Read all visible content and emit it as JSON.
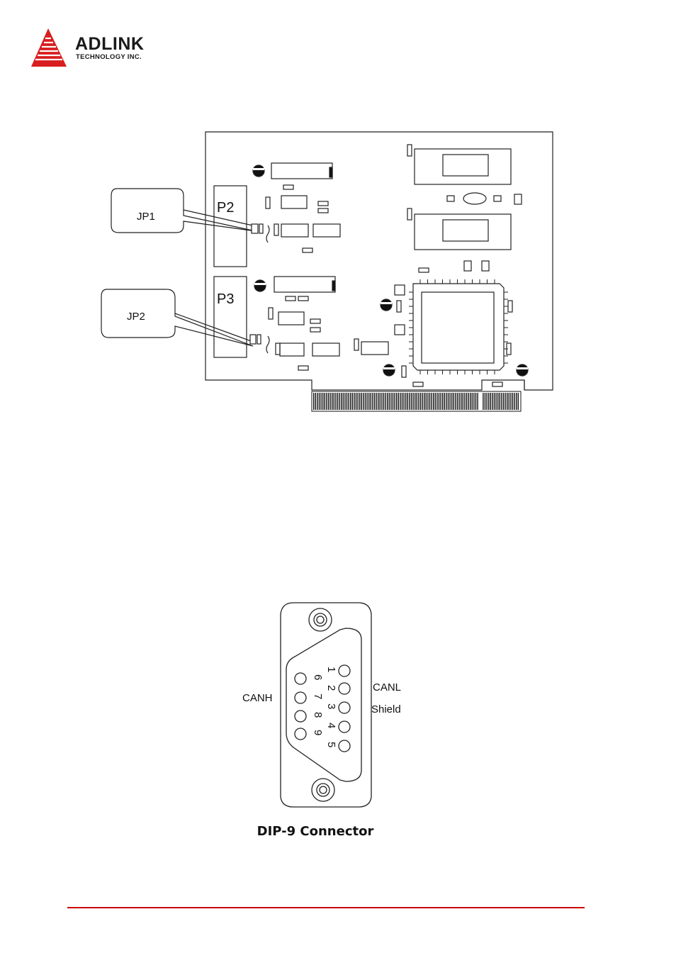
{
  "header": {
    "brand_name": "ADLINK",
    "brand_sub": "TECHNOLOGY INC.",
    "brand_color": "#d81e1e"
  },
  "board_diagram": {
    "connector_labels": [
      "P2",
      "P3"
    ],
    "jumper_callouts": [
      "JP1",
      "JP2"
    ]
  },
  "connector_diagram": {
    "pins_top_row": [
      "1",
      "2",
      "3",
      "4",
      "5"
    ],
    "pins_bottom_row": [
      "6",
      "7",
      "8",
      "9"
    ],
    "signal_left": "CANH",
    "signal_right_1": "CANL",
    "signal_right_2": "Shield",
    "caption": "DIP-9 Connector"
  },
  "footer": {
    "rule_color": "#cc0000"
  }
}
